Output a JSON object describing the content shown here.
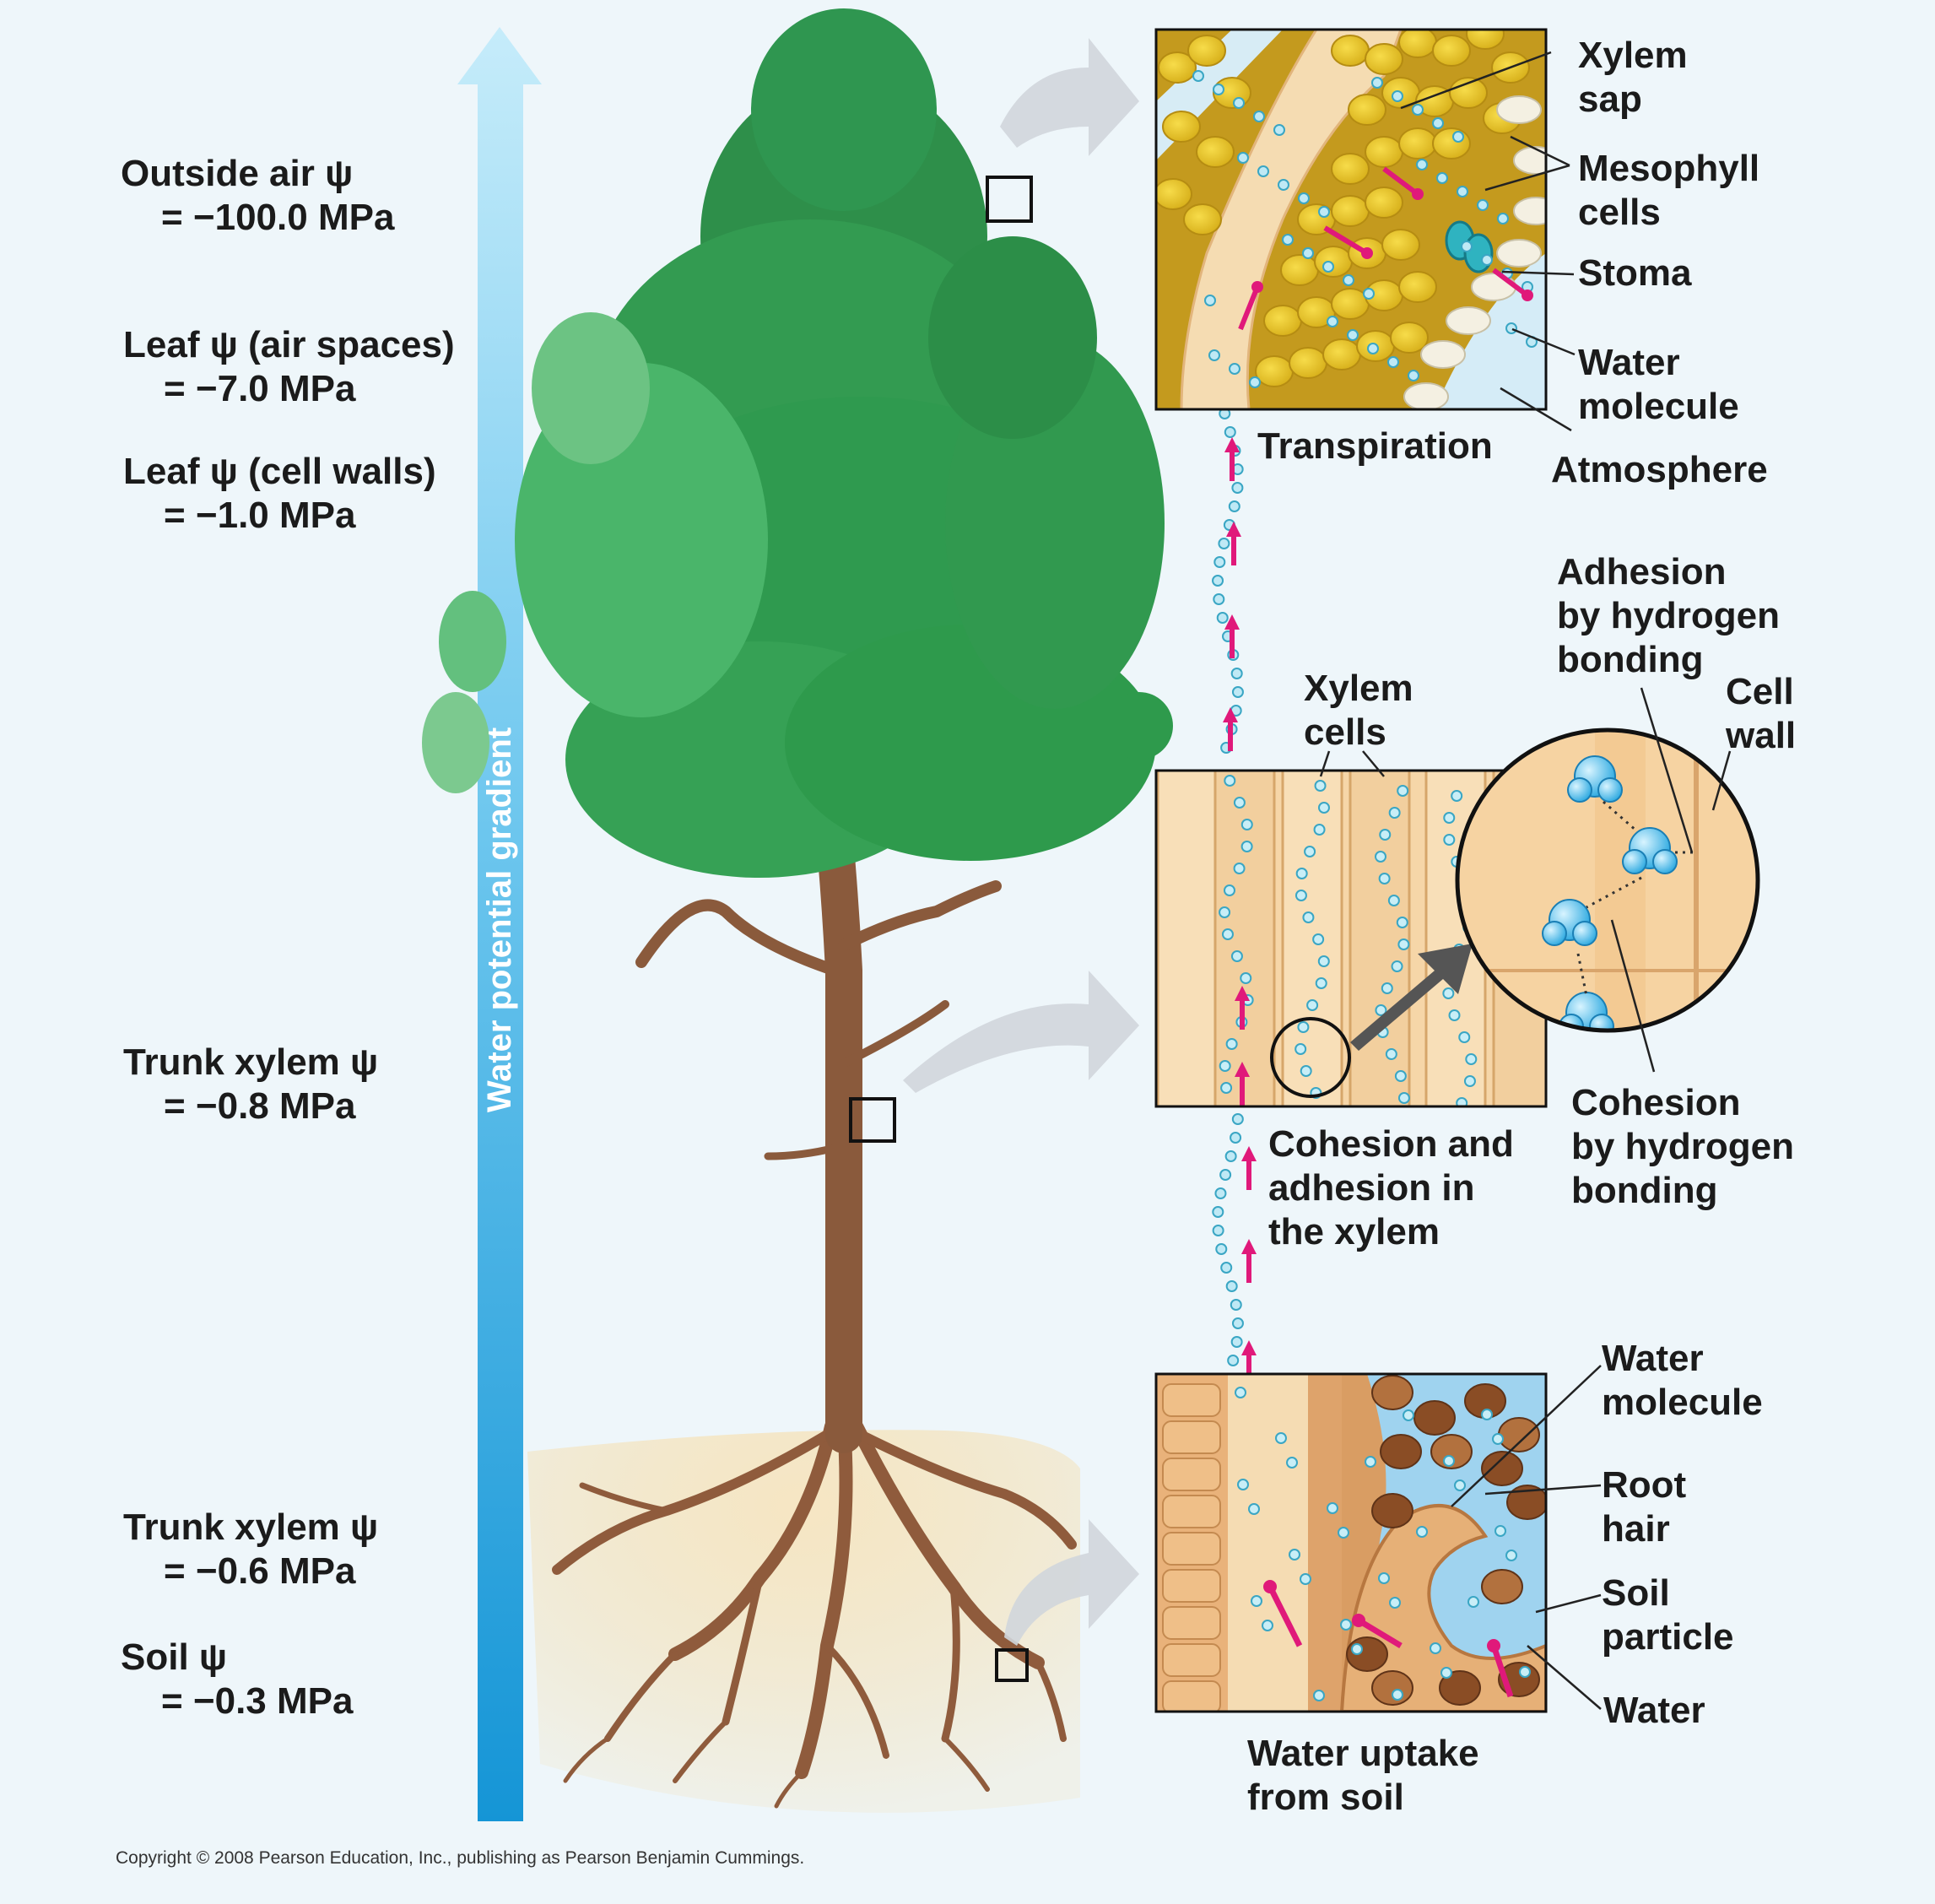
{
  "gradient_label": "Water potential gradient",
  "potentials": {
    "outside_air": {
      "name": "Outside air ψ",
      "value": "= −100.0 MPa"
    },
    "leaf_air_spaces": {
      "name": "Leaf ψ (air spaces)",
      "value": "= −7.0 MPa"
    },
    "leaf_cell_walls": {
      "name": "Leaf ψ (cell walls)",
      "value": "= −1.0 MPa"
    },
    "trunk_xylem_upper": {
      "name": "Trunk xylem ψ",
      "value": "= −0.8 MPa"
    },
    "trunk_xylem_lower": {
      "name": "Trunk xylem ψ",
      "value": "= −0.6 MPa"
    },
    "soil": {
      "name": "Soil ψ",
      "value": "= −0.3 MPa"
    }
  },
  "leaf_panel": {
    "xylem_sap": [
      "Xylem",
      "sap"
    ],
    "mesophyll": [
      "Mesophyll",
      "cells"
    ],
    "stoma": "Stoma",
    "water_molecule": [
      "Water",
      "molecule"
    ],
    "atmosphere": "Atmosphere",
    "caption": "Transpiration"
  },
  "xylem_panel": {
    "xylem_cells": [
      "Xylem",
      "cells"
    ],
    "adhesion": [
      "Adhesion",
      "by hydrogen",
      "bonding"
    ],
    "cell_wall": [
      "Cell",
      "wall"
    ],
    "cohesion": [
      "Cohesion",
      "by hydrogen",
      "bonding"
    ],
    "caption": [
      "Cohesion and",
      "adhesion in",
      "the xylem"
    ]
  },
  "root_panel": {
    "water_molecule": [
      "Water",
      "molecule"
    ],
    "root_hair": [
      "Root",
      "hair"
    ],
    "soil_particle": [
      "Soil",
      "particle"
    ],
    "water": "Water",
    "caption": [
      "Water uptake",
      "from soil"
    ]
  },
  "copyright": "Copyright © 2008 Pearson Education, Inc., publishing as Pearson Benjamin Cummings.",
  "colors": {
    "background": "#eef6fa",
    "gradient_top": "#bfe8f8",
    "gradient_bottom": "#1a9ad8",
    "foliage": "#2f9a4f",
    "trunk": "#8a5a3c",
    "soil": "#f3e2bf",
    "flow_arrow": "#e0197a"
  }
}
